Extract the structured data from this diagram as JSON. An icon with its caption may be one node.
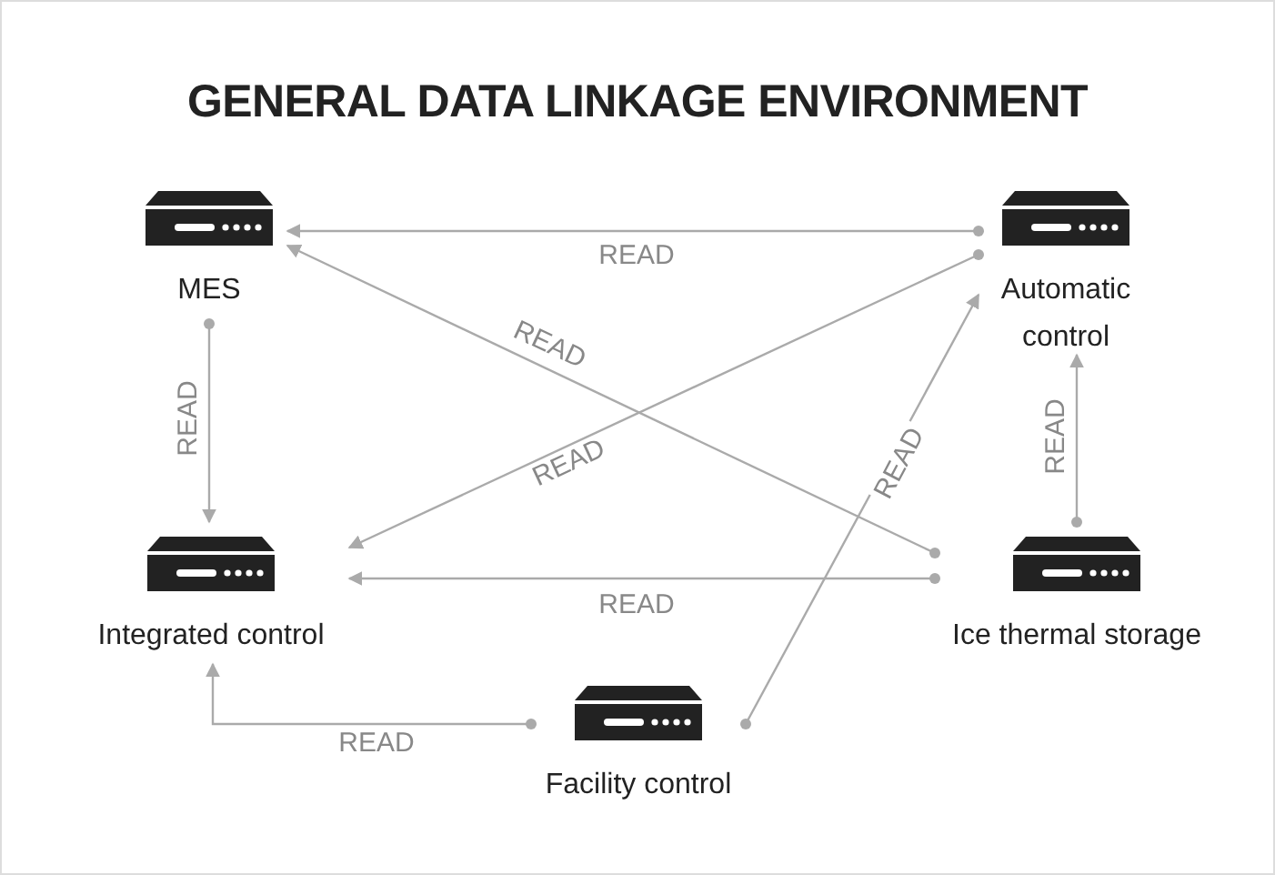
{
  "diagram": {
    "title": "GENERAL DATA LINKAGE ENVIRONMENT",
    "nodes": [
      {
        "text": [
          "MES"
        ]
      },
      {
        "text": [
          "Automatic control"
        ]
      },
      {
        "text": [
          "Integrated control"
        ]
      },
      {
        "text": [
          "Ice thermal storage"
        ]
      },
      {
        "text": [
          "Facility control"
        ]
      }
    ],
    "edges": [
      {
        "from": 1,
        "to": 0,
        "arrow": "to",
        "label": "READ"
      },
      {
        "from": 3,
        "to": 0,
        "arrow": "to",
        "label": "READ"
      },
      {
        "from": 1,
        "to": 2,
        "arrow": "to",
        "label": "READ"
      },
      {
        "from": 0,
        "to": 2,
        "arrow": "to",
        "label": "READ"
      },
      {
        "from": 3,
        "to": 2,
        "arrow": "to",
        "label": "READ"
      },
      {
        "from": 4,
        "to": 1,
        "arrow": "to",
        "label": "READ"
      },
      {
        "from": 3,
        "to": 1,
        "arrow": "to",
        "label": "READ"
      },
      {
        "from": 4,
        "to": 2,
        "arrow": "to",
        "label": "READ"
      }
    ]
  }
}
